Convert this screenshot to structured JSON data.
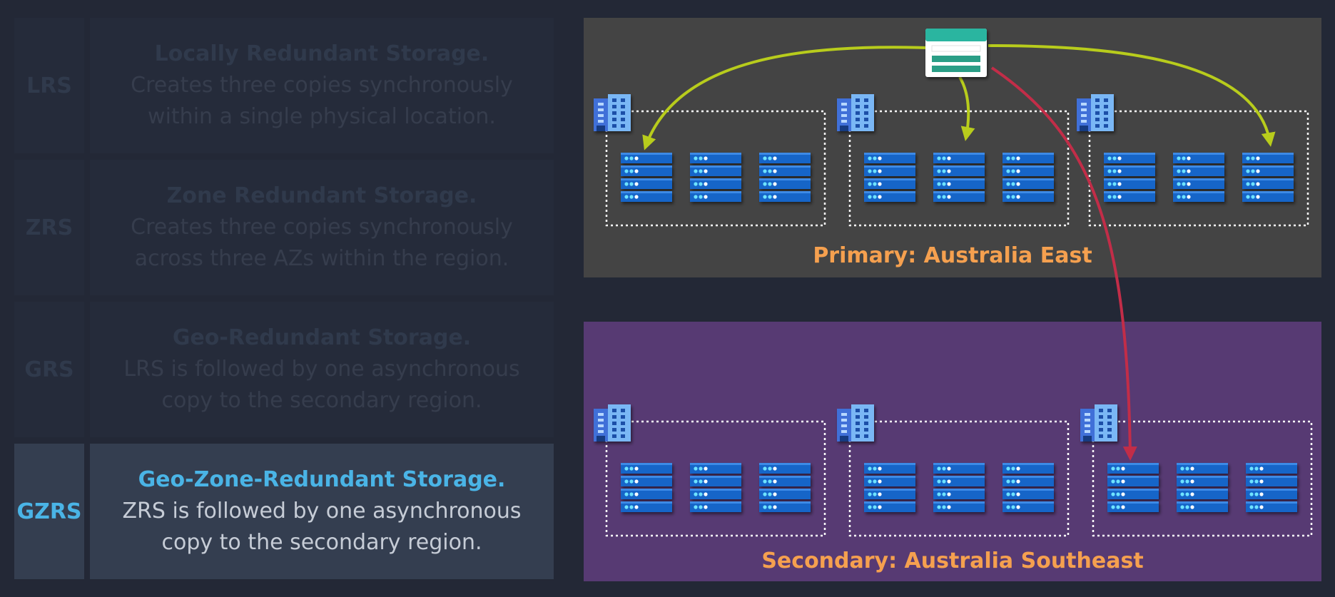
{
  "options": [
    {
      "code": "LRS",
      "title": "Locally Redundant Storage.",
      "lines": [
        "Creates three copies synchronously",
        "within a single physical location."
      ],
      "active": false
    },
    {
      "code": "ZRS",
      "title": "Zone Redundant Storage.",
      "lines": [
        "Creates three copies synchronously",
        "across three AZs within the region."
      ],
      "active": false
    },
    {
      "code": "GRS",
      "title": "Geo-Redundant Storage.",
      "lines": [
        "LRS is followed by one asynchronous",
        "copy to the secondary region."
      ],
      "active": false
    },
    {
      "code": "GZRS",
      "title": "Geo-Zone-Redundant Storage.",
      "lines": [
        "ZRS is followed by one asynchronous",
        "copy to the secondary region."
      ],
      "active": true
    }
  ],
  "regions": {
    "primary": {
      "label": "Primary: Australia East"
    },
    "secondary": {
      "label": "Secondary: Australia Southeast"
    }
  },
  "colors": {
    "sync_arrow": "#b8cc1c",
    "async_arrow": "#c22d48",
    "server": "#1565c8",
    "building": "#4a8df0",
    "storage_header": "#2bb5a0"
  },
  "icons": {
    "storage": "storage-account-icon",
    "building": "datacenter-building-icon",
    "server": "server-rack-icon"
  }
}
